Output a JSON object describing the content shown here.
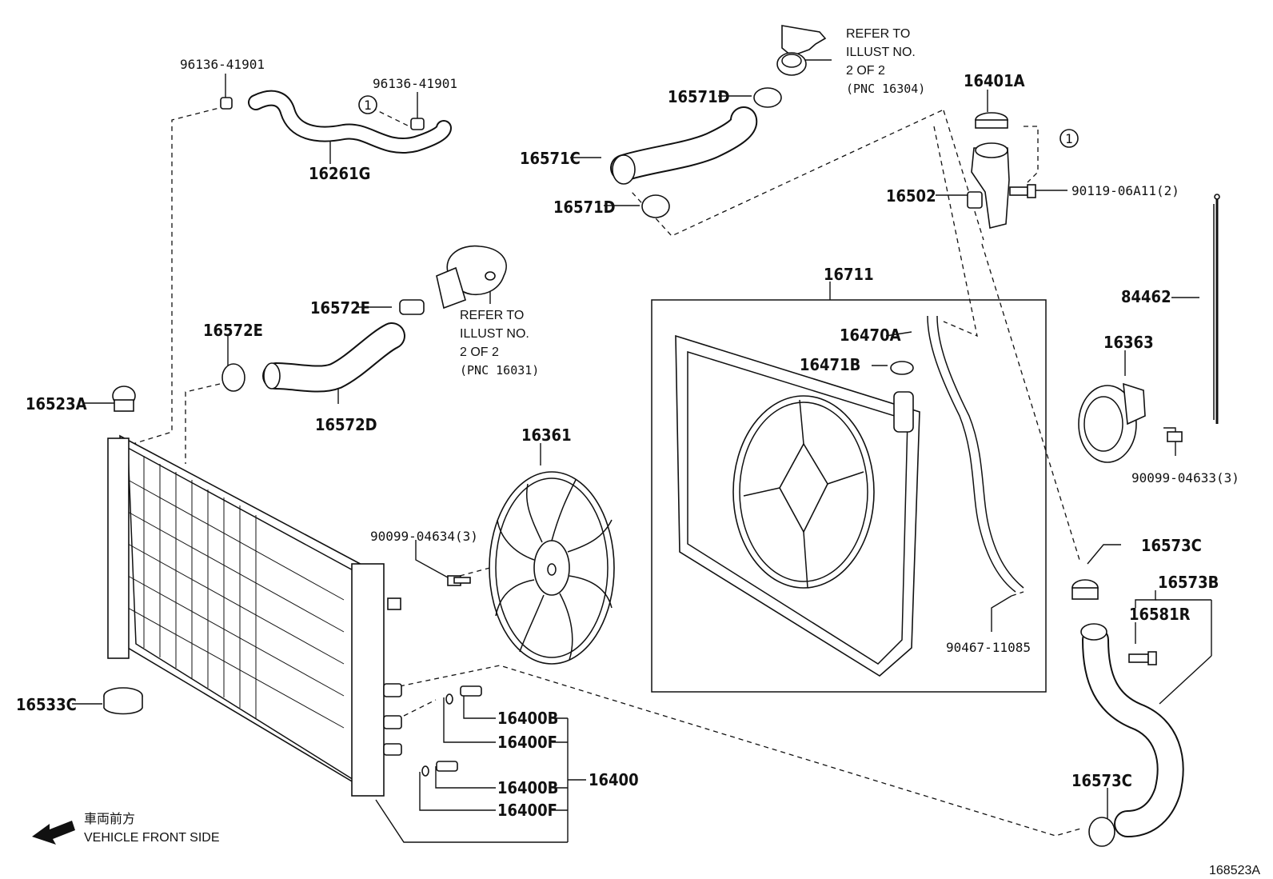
{
  "labels": {
    "l96136a": "96136-41901",
    "l96136b": "96136-41901",
    "l16261g": "16261G",
    "l16571d_top": "16571D",
    "l16571c": "16571C",
    "l16571d_bot": "16571D",
    "l16401a": "16401A",
    "l16502": "16502",
    "l90119": "90119-06A11(2)",
    "l84462": "84462",
    "l16572e_a": "16572E",
    "l16572e_b": "16572E",
    "l16572d": "16572D",
    "l16523a": "16523A",
    "l16711": "16711",
    "l16470a": "16470A",
    "l16471b": "16471B",
    "l16363": "16363",
    "l90099_04633": "90099-04633(3)",
    "l16361": "16361",
    "l90099_04634": "90099-04634(3)",
    "l90467": "90467-11085",
    "l16573c_top": "16573C",
    "l16573b": "16573B",
    "l16581r": "16581R",
    "l16533c": "16533C",
    "l16400b_1": "16400B",
    "l16400f_1": "16400F",
    "l16400": "16400",
    "l16400b_2": "16400B",
    "l16400f_2": "16400F",
    "l16573c_bot": "16573C",
    "marker1": "1"
  },
  "notes": {
    "refer1": {
      "line1": "REFER TO",
      "line2": "ILLUST NO.",
      "line3": "2 OF 2",
      "line4": "(PNC 16304)"
    },
    "refer2": {
      "line1": "REFER TO",
      "line2": "ILLUST NO.",
      "line3": "2 OF 2",
      "line4": "(PNC 16031)"
    }
  },
  "direction": {
    "jp": "車両前方",
    "en": "VEHICLE FRONT SIDE"
  },
  "diagram_id": "168523A"
}
